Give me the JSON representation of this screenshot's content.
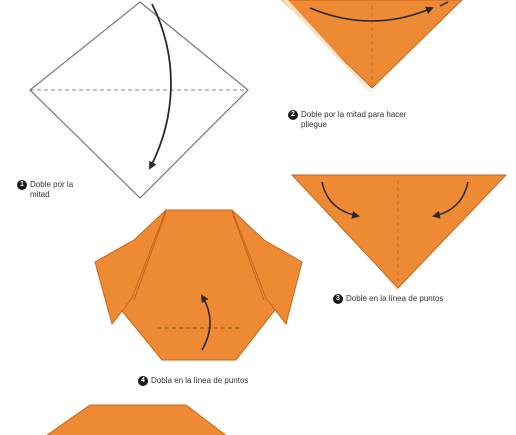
{
  "colors": {
    "paper_orange": "#ee8a33",
    "paper_edge": "#c8651a",
    "paper_white": "#ffffff",
    "outline": "#555555",
    "arrow": "#2a2a2a"
  },
  "steps": [
    {
      "number": "1",
      "caption": "Doble por la\nmitad"
    },
    {
      "number": "2",
      "caption": "Doble por la mitad para hacer\npliegue"
    },
    {
      "number": "3",
      "caption": "Doble en la línea de puntos"
    },
    {
      "number": "4",
      "caption": "Dobla en la línea de puntos"
    }
  ]
}
